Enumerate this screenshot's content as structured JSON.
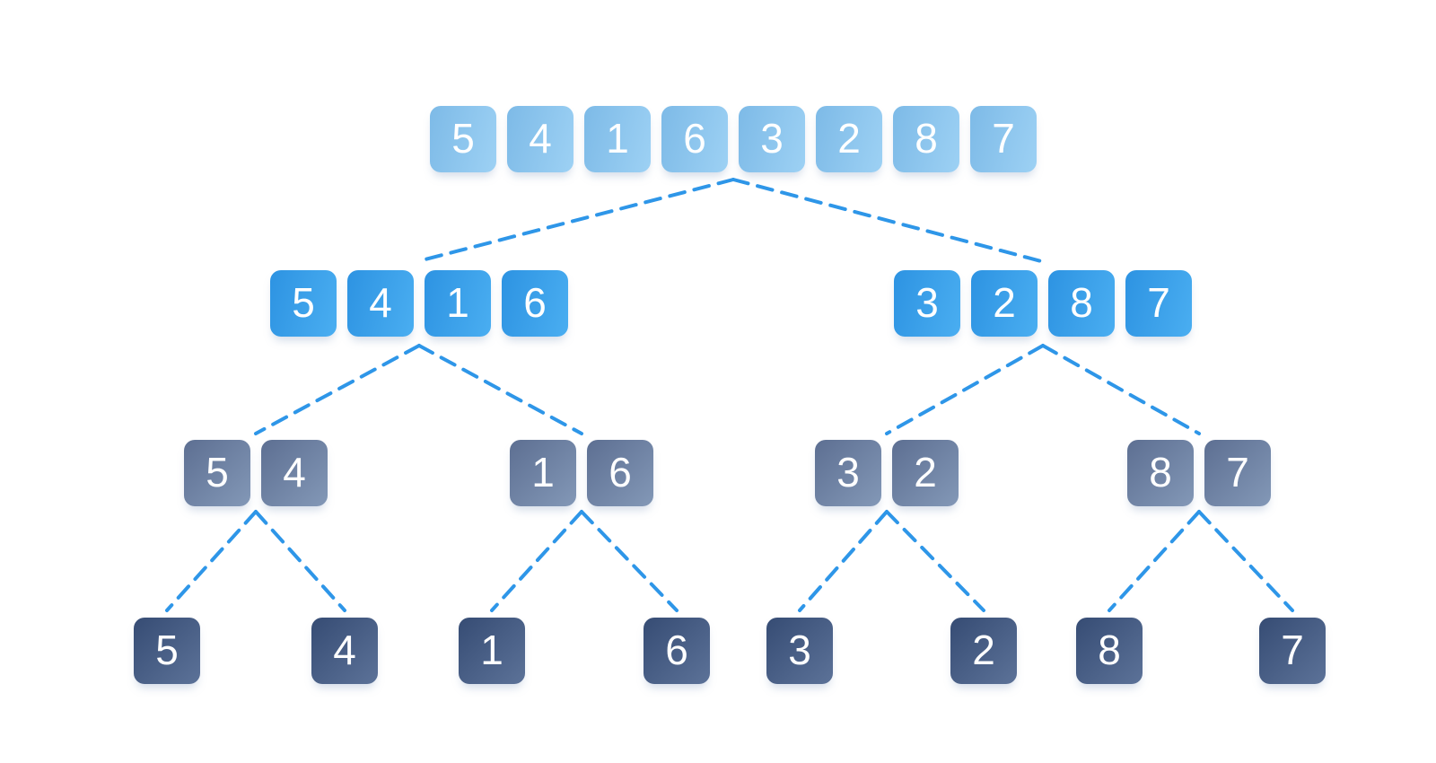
{
  "diagram": {
    "kind": "merge-sort-divide-tree",
    "array": [
      "5",
      "4",
      "1",
      "6",
      "3",
      "2",
      "8",
      "7"
    ],
    "levels": [
      {
        "name": "level-1",
        "groups": [
          [
            "5",
            "4",
            "1",
            "6",
            "3",
            "2",
            "8",
            "7"
          ]
        ]
      },
      {
        "name": "level-2",
        "groups": [
          [
            "5",
            "4",
            "1",
            "6"
          ],
          [
            "3",
            "2",
            "8",
            "7"
          ]
        ]
      },
      {
        "name": "level-3",
        "groups": [
          [
            "5",
            "4"
          ],
          [
            "1",
            "6"
          ],
          [
            "3",
            "2"
          ],
          [
            "8",
            "7"
          ]
        ]
      },
      {
        "name": "level-4",
        "groups": [
          [
            "5"
          ],
          [
            "4"
          ],
          [
            "1"
          ],
          [
            "6"
          ],
          [
            "3"
          ],
          [
            "2"
          ],
          [
            "8"
          ],
          [
            "7"
          ]
        ]
      }
    ],
    "edges": [
      {
        "from": "5 4 1 6 3 2 8 7",
        "to": [
          "5 4 1 6",
          "3 2 8 7"
        ]
      },
      {
        "from": "5 4 1 6",
        "to": [
          "5 4",
          "1 6"
        ]
      },
      {
        "from": "3 2 8 7",
        "to": [
          "3 2",
          "8 7"
        ]
      },
      {
        "from": "5 4",
        "to": [
          "5",
          "4"
        ]
      },
      {
        "from": "1 6",
        "to": [
          "1",
          "6"
        ]
      },
      {
        "from": "3 2",
        "to": [
          "3",
          "2"
        ]
      },
      {
        "from": "8 7",
        "to": [
          "8",
          "7"
        ]
      }
    ],
    "colors": {
      "level1_gradient_start": "#7DBAE7",
      "level1_gradient_end": "#9DD1F4",
      "level2_gradient_start": "#2D93E2",
      "level2_gradient_end": "#4AAEF1",
      "level3_gradient_start": "#5D6F92",
      "level3_gradient_end": "#8398B7",
      "level4_gradient_start": "#364C74",
      "level4_gradient_end": "#5C7298",
      "connector": "#2E96E8",
      "digit": "#FFFFFF",
      "background": "#FFFFFF"
    }
  }
}
